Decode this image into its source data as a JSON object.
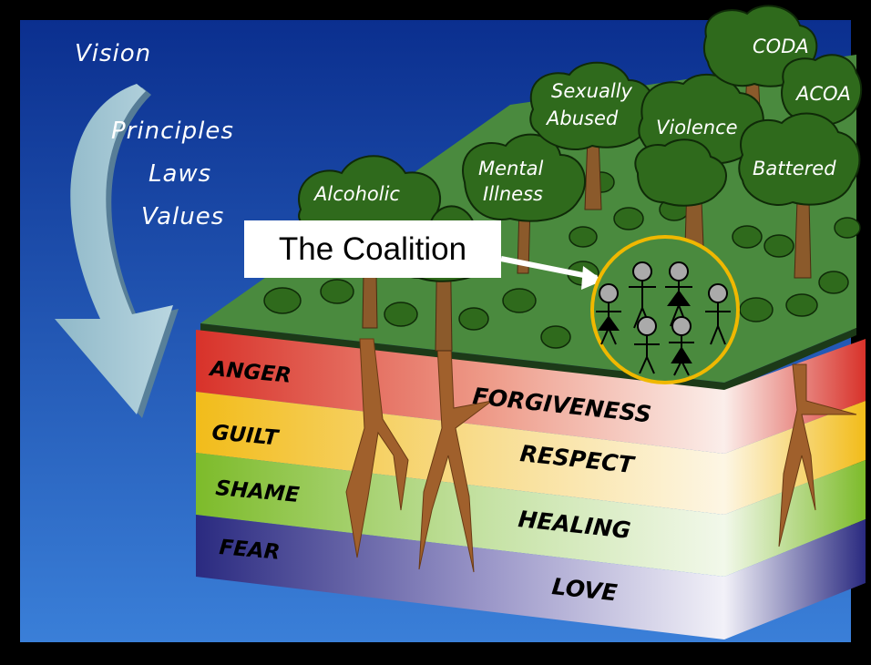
{
  "arrow_labels": {
    "vision": "Vision",
    "principles": "Principles",
    "laws": "Laws",
    "values": "Values"
  },
  "coalition": {
    "label": "The Coalition"
  },
  "trees": {
    "coda": "CODA",
    "acoa": "ACOA",
    "sexually_1": "Sexually",
    "sexually_2": "Abused",
    "violence": "Violence",
    "mental_1": "Mental",
    "mental_2": "Illness",
    "battered": "Battered",
    "alcoholic": "Alcoholic"
  },
  "layers": {
    "negative": [
      "ANGER",
      "GUILT",
      "SHAME",
      "FEAR"
    ],
    "positive": [
      "FORGIVENESS",
      "RESPECT",
      "HEALING",
      "LOVE"
    ]
  },
  "colors": {
    "sky_top": "#0b2f8f",
    "sky_bottom": "#2f6fd0",
    "grass": "#4a8a3e",
    "tree": "#2f6a1c",
    "root": "#a0602c",
    "anger": "#d8322a",
    "guilt": "#f2bc1a",
    "shame": "#7dbb2a",
    "fear": "#2a2a80",
    "circle": "#f0b800"
  }
}
